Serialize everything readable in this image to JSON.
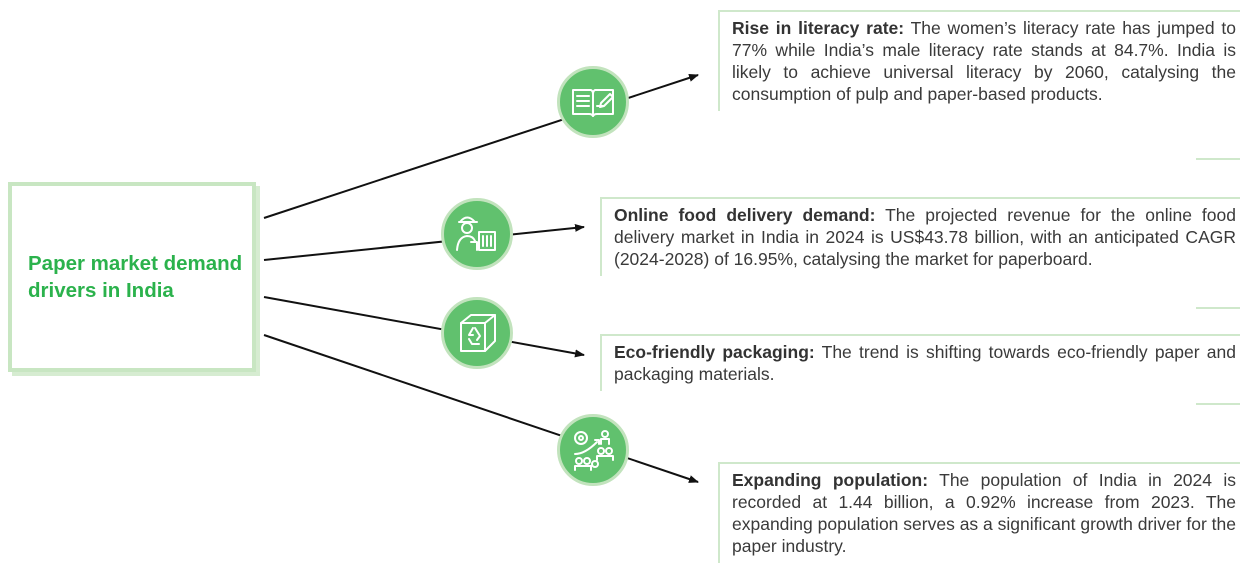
{
  "diagram": {
    "center": {
      "title": "Paper market demand drivers in India"
    },
    "colors": {
      "accent": "#2bb24c",
      "icon_fill": "#61c16e",
      "border": "#c8e6c2",
      "line": "#111111"
    },
    "drivers": [
      {
        "icon": "book-icon",
        "lead": "Rise in literacy rate:",
        "text": " The women’s literacy rate has jumped to 77% while India’s male literacy rate stands at 84.7%. India is likely to achieve universal literacy by 2060, catalysing the consumption of pulp and paper-based products."
      },
      {
        "icon": "food-delivery-icon",
        "lead": "Online food delivery demand:",
        "text": " The projected revenue for the online food delivery market in India in 2024 is US$43.78 billion, with an anticipated CAGR (2024-2028) of 16.95%, catalysing the market for paperboard."
      },
      {
        "icon": "recycle-box-icon",
        "lead": "Eco-friendly packaging:",
        "text": " The trend is shifting towards eco-friendly paper and packaging materials."
      },
      {
        "icon": "population-growth-icon",
        "lead": "Expanding population:",
        "text": " The population of India in 2024 is recorded at 1.44 billion, a 0.92% increase from 2023. The expanding population serves as a significant growth driver for the paper industry."
      }
    ]
  }
}
